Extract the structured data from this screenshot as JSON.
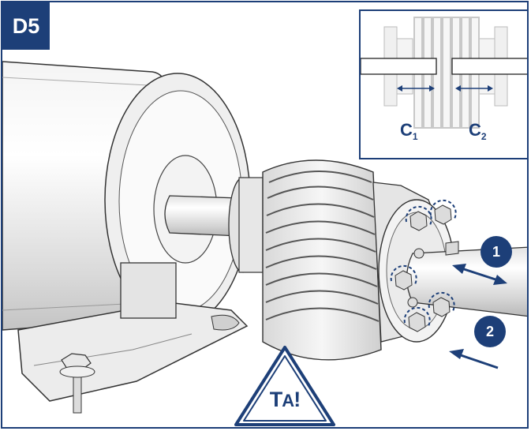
{
  "step": {
    "label": "D5"
  },
  "inset": {
    "c1": {
      "letter": "C",
      "sub": "1"
    },
    "c2": {
      "letter": "C",
      "sub": "2"
    }
  },
  "steps": [
    "1",
    "2"
  ],
  "torque_warning": {
    "big": "T",
    "small": "A",
    "mark": "!"
  },
  "colors": {
    "brand_blue": "#1d3f78",
    "line_gray": "#333333",
    "metal_light": "#eeeeee"
  }
}
